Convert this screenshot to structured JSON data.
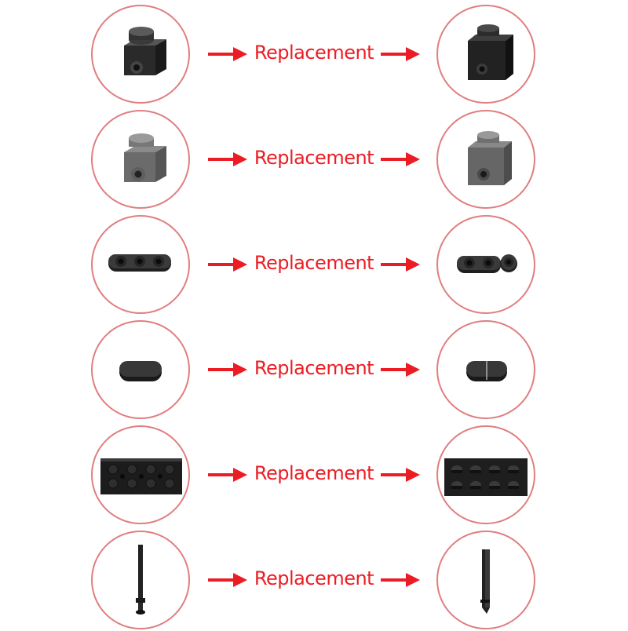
{
  "colors": {
    "circle_border": "#e07e80",
    "arrow": "#ec1c24",
    "label": "#ec1c24"
  },
  "rows": [
    {
      "original": "black-1x1-brick-with-side-stud-icon",
      "label": "Replacement",
      "replacement": "black-1x1-brick-with-side-stud-icon"
    },
    {
      "original": "gray-1x1-brick-with-side-stud-icon",
      "label": "Replacement",
      "replacement": "gray-1x1-brick-with-side-stud-icon"
    },
    {
      "original": "black-1x3-plate-with-holes-icon",
      "label": "Replacement",
      "replacement": "black-1x2-plate-and-round-plate-icon"
    },
    {
      "original": "black-1x2-rounded-tile-icon",
      "label": "Replacement",
      "replacement": "black-split-rounded-tile-icon"
    },
    {
      "original": "black-2x4-plate-underside-icon",
      "label": "Replacement",
      "replacement": "black-2x4-plate-top-icon"
    },
    {
      "original": "black-antenna-bar-icon",
      "label": "Replacement",
      "replacement": "black-bar-icon"
    }
  ]
}
